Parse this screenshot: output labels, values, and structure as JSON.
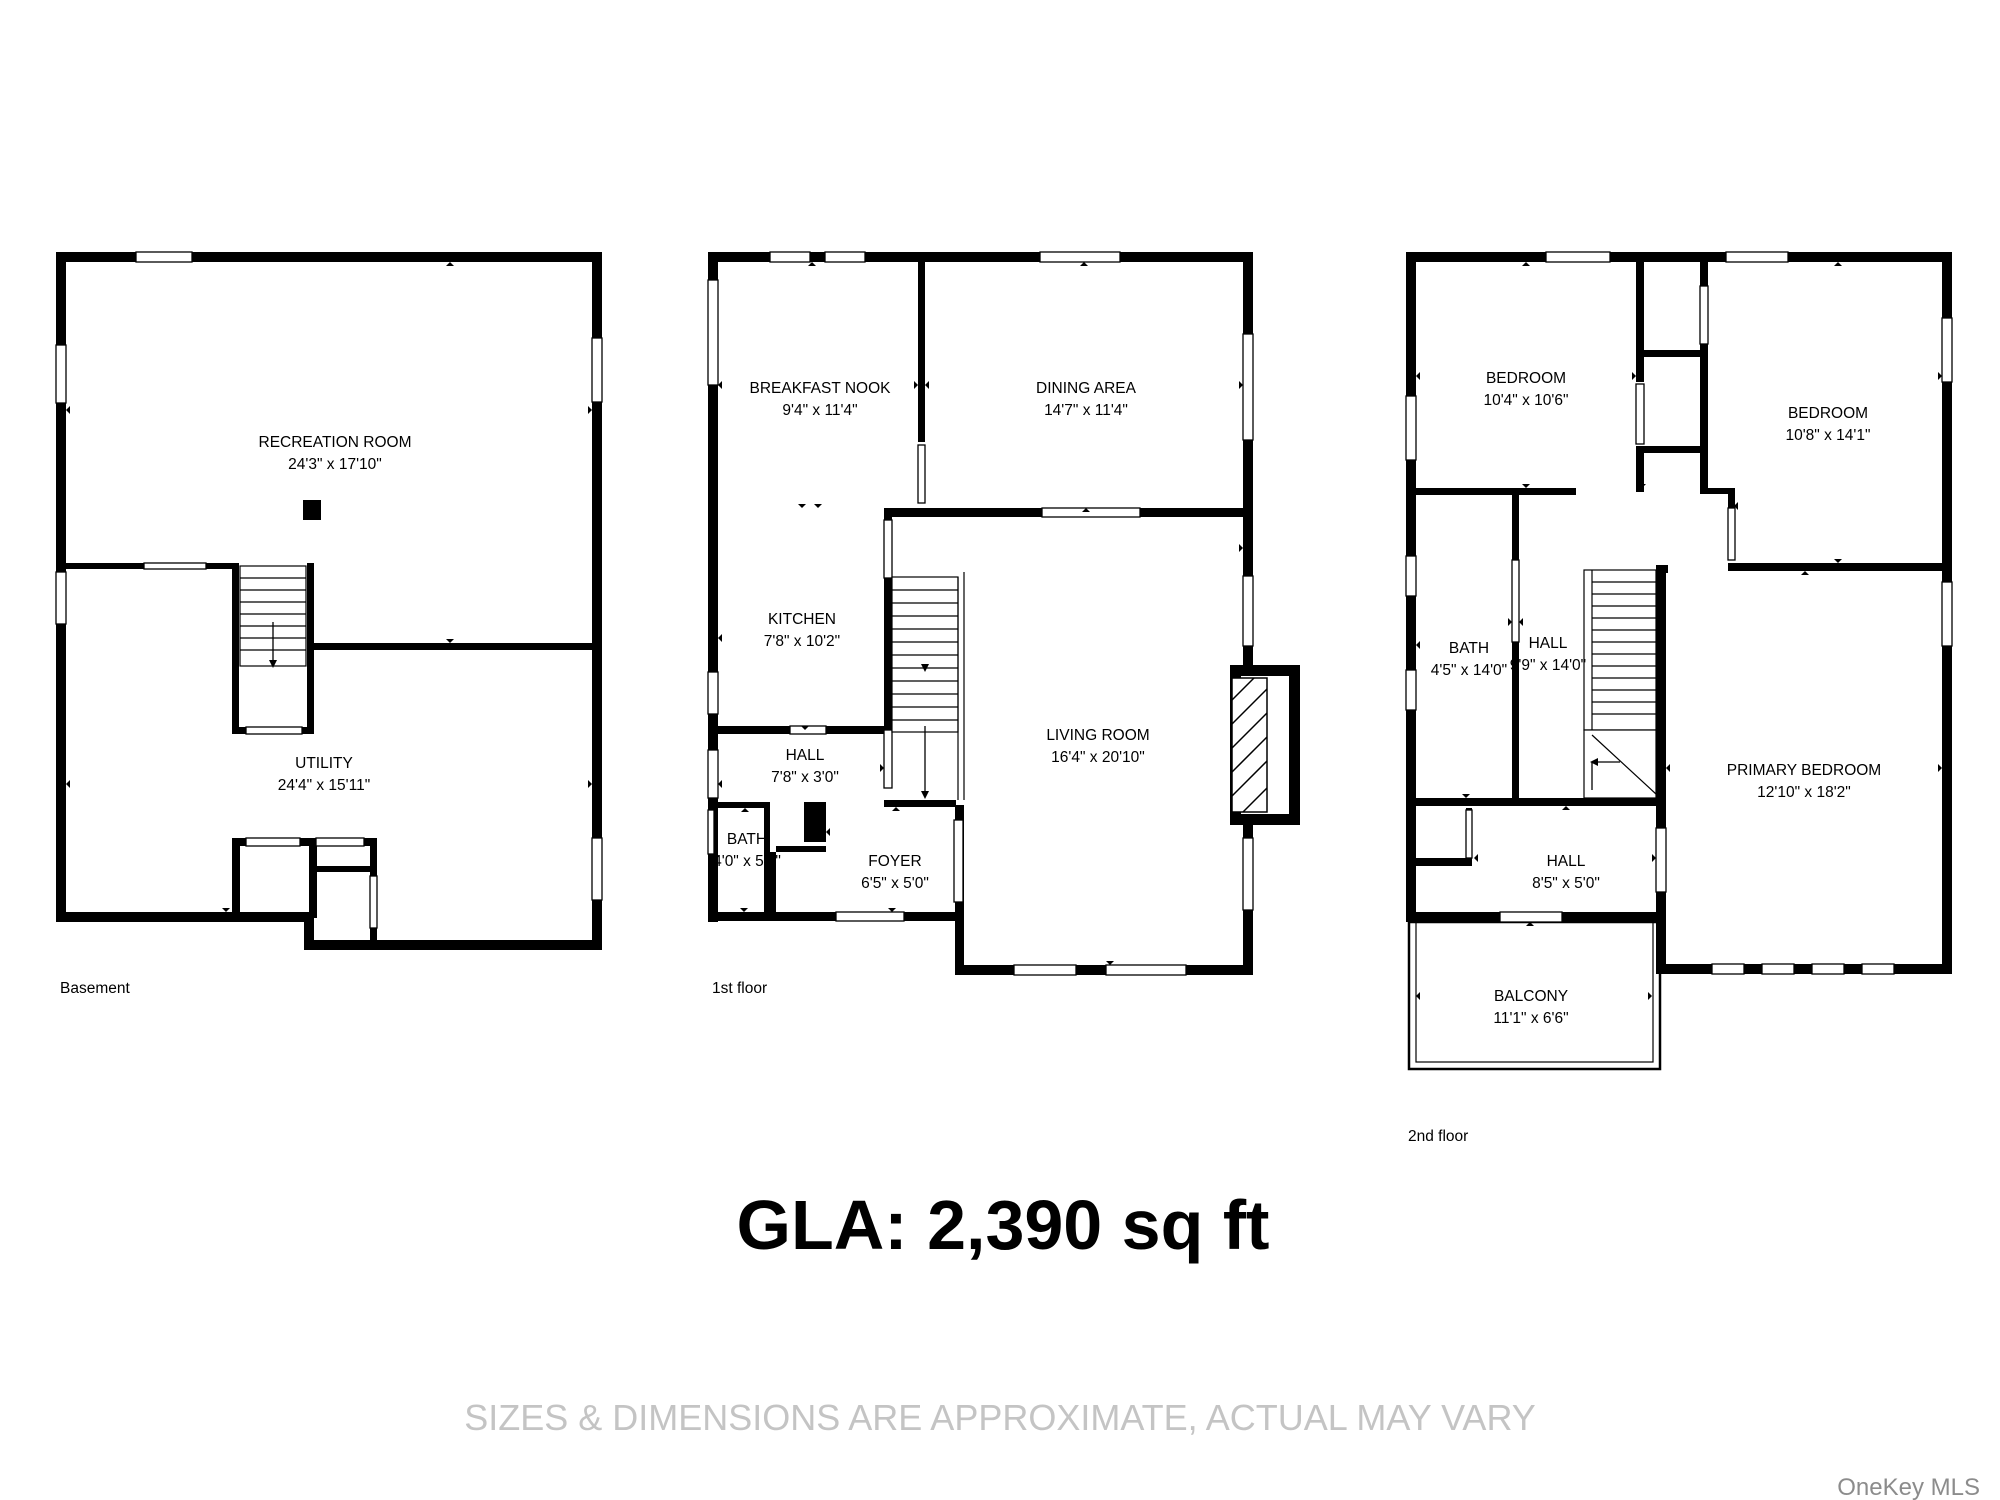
{
  "floors": {
    "basement": {
      "name": "Basement",
      "rooms": [
        {
          "name": "RECREATION ROOM",
          "dims": "24'3\" x 17'10\""
        },
        {
          "name": "UTILITY",
          "dims": "24'4\" x 15'11\""
        }
      ]
    },
    "first": {
      "name": "1st floor",
      "rooms": [
        {
          "name": "BREAKFAST NOOK",
          "dims": "9'4\" x 11'4\""
        },
        {
          "name": "DINING AREA",
          "dims": "14'7\" x 11'4\""
        },
        {
          "name": "KITCHEN",
          "dims": "7'8\" x 10'2\""
        },
        {
          "name": "HALL",
          "dims": "7'8\" x 3'0\""
        },
        {
          "name": "LIVING ROOM",
          "dims": "16'4\" x 20'10\""
        },
        {
          "name": "BATH",
          "dims": "4'0\" x 5'0\""
        },
        {
          "name": "FOYER",
          "dims": "6'5\" x 5'0\""
        }
      ]
    },
    "second": {
      "name": "2nd floor",
      "rooms": [
        {
          "name": "BEDROOM",
          "dims": "10'4\" x 10'6\""
        },
        {
          "name": "BEDROOM",
          "dims": "10'8\" x 14'1\""
        },
        {
          "name": "BATH",
          "dims": "4'5\" x 14'0\""
        },
        {
          "name": "HALL",
          "dims": "9'9\" x 14'0\""
        },
        {
          "name": "PRIMARY BEDROOM",
          "dims": "12'10\" x 18'2\""
        },
        {
          "name": "HALL",
          "dims": "8'5\" x 5'0\""
        },
        {
          "name": "BALCONY",
          "dims": "11'1\" x 6'6\""
        }
      ]
    }
  },
  "gla": "GLA: 2,390 sq ft",
  "disclaimer": "SIZES & DIMENSIONS ARE APPROXIMATE, ACTUAL MAY VARY",
  "brand": "OneKey MLS"
}
